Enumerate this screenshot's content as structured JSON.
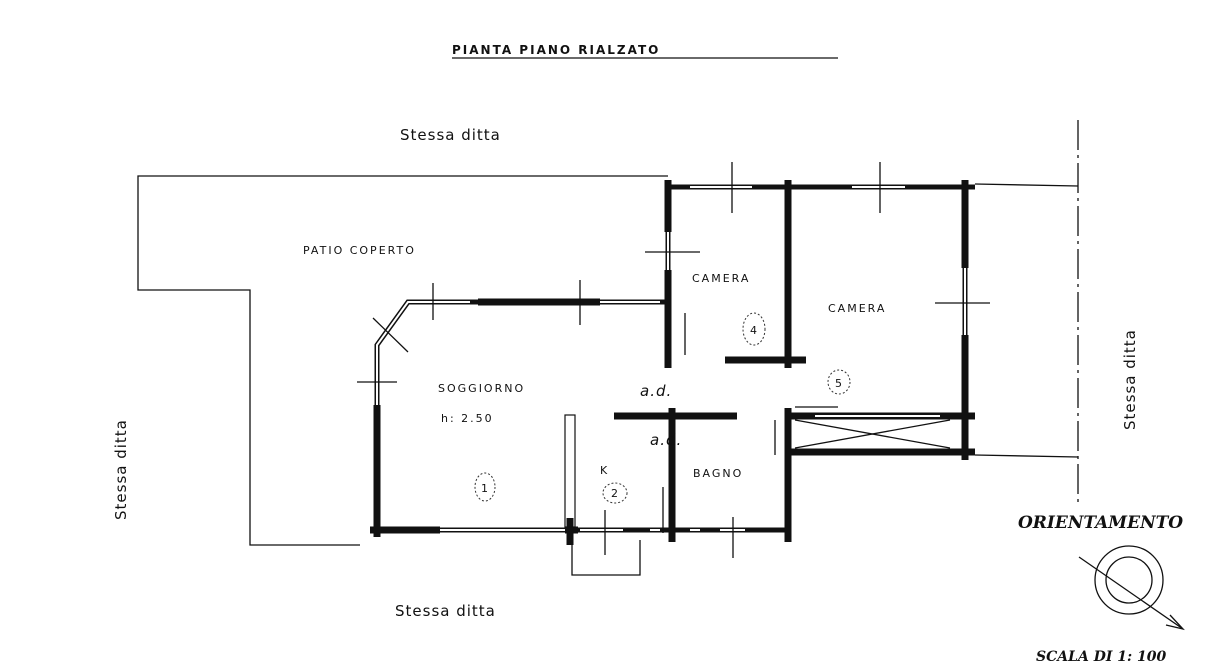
{
  "title": "PIANTA   PIANO   RIALZATO",
  "neighbors": {
    "top": "Stessa   ditta",
    "bottom": "Stessa   ditta",
    "left": "Stessa   ditta",
    "right": "Stessa   ditta"
  },
  "rooms": {
    "patio": "PATIO    COPERTO",
    "living": "SOGGIORNO",
    "height": "h: 2.50",
    "bedroom1": "CAMERA",
    "bedroom2": "CAMERA",
    "bathroom": "BAGNO",
    "kitchen": "K"
  },
  "markers": [
    "1",
    "2",
    "4",
    "5"
  ],
  "annotations": [
    "a.d.",
    "a.d."
  ],
  "orientation_label": "ORIENTAMENTO",
  "scale_label": "SCALA DI 1: 100"
}
